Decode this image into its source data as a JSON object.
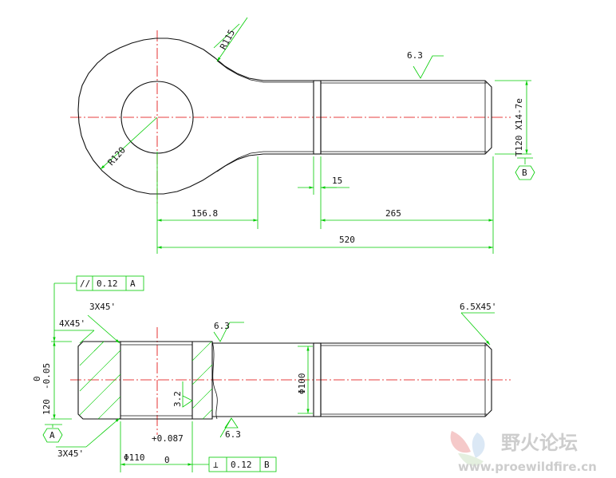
{
  "top_view": {
    "radius_outer": "R115",
    "radius_inner": "R120",
    "roughness_shank": "6.3",
    "dim_eye_to_neck": "156.8",
    "dim_thread_length": "265",
    "dim_overall": "520",
    "dim_undercut": "15",
    "thread_spec": "T120 X14-7e",
    "datum_b": "B"
  },
  "bottom_view": {
    "parallelism": {
      "symbol": "//",
      "tolerance": "0.12",
      "datum": "A"
    },
    "perpendicularity": {
      "symbol": "⊥",
      "tolerance": "0.12",
      "datum": "B"
    },
    "chamfer_top_left": "4X45'",
    "chamfer_top_inner": "3X45'",
    "chamfer_bottom": "3X45'",
    "chamfer_thread": "6.5X45'",
    "roughness_top": "6.3",
    "roughness_bore": "3.2",
    "roughness_bottom": "6.3",
    "height_dim": "120",
    "height_tol_upper": "0",
    "height_tol_lower": "-0.05",
    "shank_dia": "Φ100",
    "bore_dia": "Φ110",
    "bore_tol_upper": "+0.087",
    "bore_tol_lower": "0",
    "datum_a": "A"
  },
  "watermark": {
    "title": "野火论坛",
    "url": "www.proewildfire.cn"
  },
  "colors": {
    "outline": "#111111",
    "dimension": "#00cc00",
    "centerline": "#e00000",
    "watermark": "#c8c8c8"
  }
}
